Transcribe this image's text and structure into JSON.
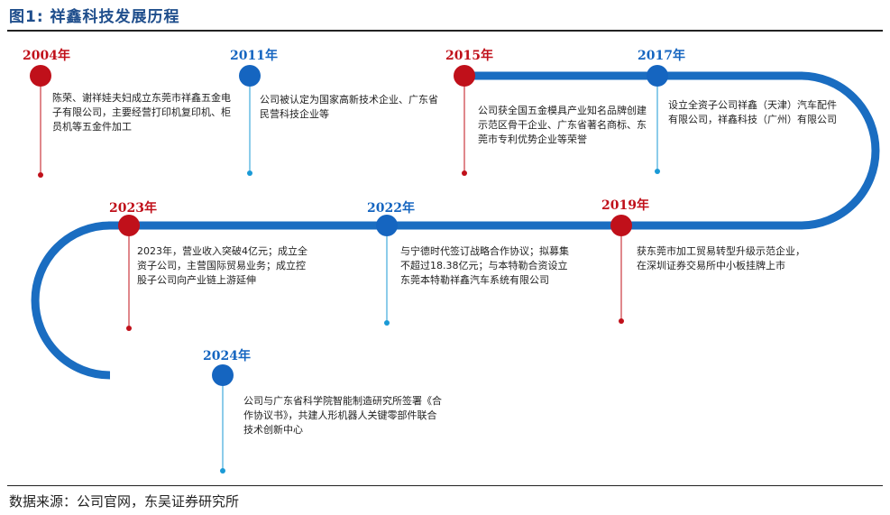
{
  "title": "图1:  祥鑫科技发展历程",
  "source": "数据来源：公司官网，东吴证券研究所",
  "colors": {
    "red": "#c0101a",
    "blue": "#1565c0",
    "track": "#1a6dc1"
  },
  "milestones": [
    {
      "year": "2004年",
      "color": "red",
      "text": "陈荣、谢祥娃夫妇成立东莞市祥鑫五金电子有限公司，主要经营打印机复印机、柜员机等五金件加工"
    },
    {
      "year": "2011年",
      "color": "blue",
      "text": "公司被认定为国家高新技术企业、广东省民营科技企业等"
    },
    {
      "year": "2015年",
      "color": "red",
      "text": "公司获全国五金模具产业知名品牌创建示范区骨干企业、广东省著名商标、东莞市专利优势企业等荣誉"
    },
    {
      "year": "2017年",
      "color": "blue",
      "text": "设立全资子公司祥鑫（天津）汽车配件有限公司，祥鑫科技（广州）有限公司"
    },
    {
      "year": "2019年",
      "color": "red",
      "text": "获东莞市加工贸易转型升级示范企业，在深圳证券交易所中小板挂牌上市"
    },
    {
      "year": "2022年",
      "color": "blue",
      "text": "与宁德时代签订战略合作协议；拟募集不超过18.38亿元；与本特勒合资设立东莞本特勒祥鑫汽车系统有限公司"
    },
    {
      "year": "2023年",
      "color": "red",
      "text": "2023年，营业收入突破4亿元；成立全资子公司，主营国际贸易业务；成立控股子公司向产业链上游延伸"
    },
    {
      "year": "2024年",
      "color": "blue",
      "text": "公司与广东省科学院智能制造研究所签署《合作协议书》，共建人形机器人关键零部件联合技术创新中心"
    }
  ]
}
